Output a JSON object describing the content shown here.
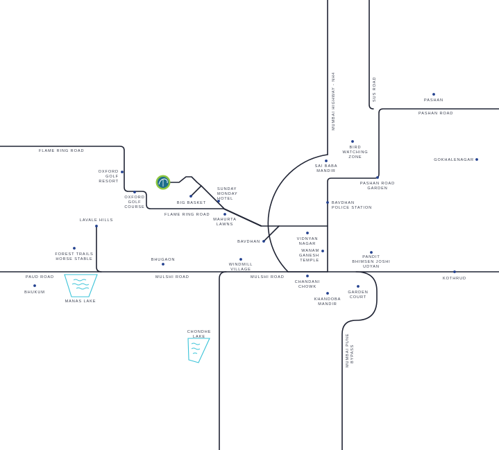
{
  "colors": {
    "road": "#1f2333",
    "dot": "#23418f",
    "lake": "#39c3d8",
    "marker_ring": "#8dc63f",
    "marker_fill": "#1d6d8c",
    "text": "#3a3f4f"
  },
  "marker": {
    "icon": "project-location-marker-icon"
  },
  "roads": {
    "flame_ring_road_top": "FLAME RING ROAD",
    "flame_ring_road": "FLAME RING ROAD",
    "mulshi_road_west": "MULSHI ROAD",
    "mulshi_road_east": "MULSHI ROAD",
    "paud_road": "PAUD ROAD",
    "pashan_road": "PASHAN ROAD",
    "mumbai_highway": "MUMBAI HIGHWAY - NH4",
    "sus_road": "SUS ROAD",
    "mumbai_pune_bypass": [
      "MUMBAI PUNE",
      "BYPASS"
    ]
  },
  "places": {
    "pashan": [
      "PASHAN"
    ],
    "gokhalenagar": [
      "GOKHALENAGAR"
    ],
    "bird_watching": [
      "BIRD",
      "WATCHING",
      "ZONE"
    ],
    "sai_baba": [
      "SAI BABA",
      "MANDIR"
    ],
    "pashan_garden": [
      "PASHAN ROAD",
      "GARDEN"
    ],
    "bavdhan_police": [
      "BAVDHAN",
      "POLICE STATION"
    ],
    "oxford_resort": [
      "OXFORD",
      "GOLF",
      "RESORT"
    ],
    "oxford_course": [
      "OXFORD",
      "GOLF",
      "COURSE"
    ],
    "sunday_monday": [
      "SUNDAY",
      "MONDAY",
      "HOTEL"
    ],
    "big_basket": [
      "BIG BASKET"
    ],
    "mahurta": [
      "MAHURTA",
      "LAWNS"
    ],
    "lavale": [
      "LAVALE HILLS"
    ],
    "forest_trails": [
      "FOREST TRAILS",
      "HORSE STABLE"
    ],
    "bhugaon": [
      "BHUGAON"
    ],
    "windmill": [
      "WINDMILL",
      "VILLAGE"
    ],
    "bavdhan": [
      "BAVDHAN"
    ],
    "vidnyan": [
      "VIDNYAN",
      "NAGAR"
    ],
    "wanam": [
      "WANAM",
      "GANESH",
      "TEMPLE"
    ],
    "pandit": [
      "PANDIT",
      "BHIMSEN JOSHI",
      "UDYAN"
    ],
    "kothrud": [
      "KOTHRUD"
    ],
    "chandani": [
      "CHANDANI",
      "CHOWK"
    ],
    "khandoba": [
      "KHANDOBA",
      "MANDIR"
    ],
    "garden_court": [
      "GARDEN",
      "COURT"
    ],
    "bhukum": [
      "BHUKUM"
    ],
    "manas_lake": [
      "MANAS LAKE"
    ],
    "chondhe_lake": [
      "CHONDHE",
      "LAKE"
    ]
  }
}
